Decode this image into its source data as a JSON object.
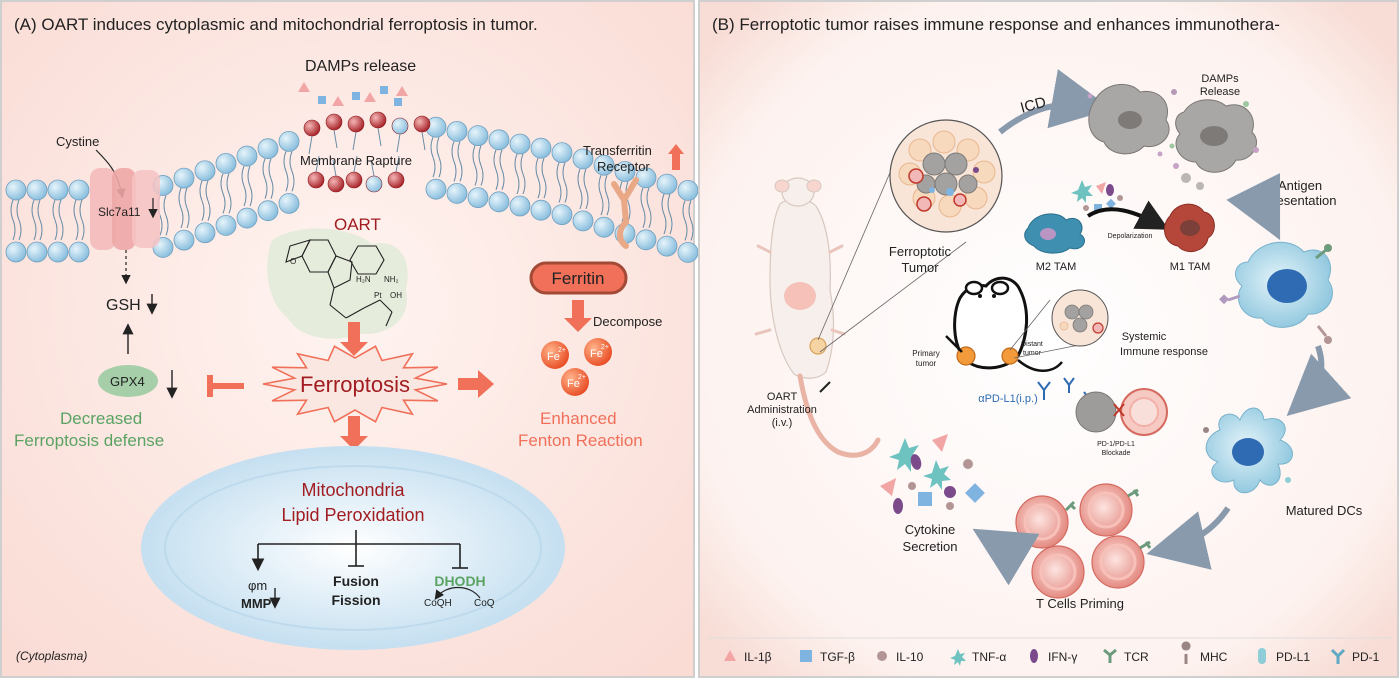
{
  "panel_a": {
    "title": "(A) OART induces cytoplasmic and mitochondrial ferroptosis in tumor.",
    "damps_release": "DAMPs release",
    "membrane_rapture": "Membrane Rapture",
    "cystine": "Cystine",
    "slc7a11": "Slc7a11",
    "transferritin_line1": "Transferritin",
    "transferritin_line2": "Receptor",
    "oart": "OART",
    "gsh": "GSH",
    "gpx4": "GPX4",
    "defense_line1": "Decreased",
    "defense_line2": "Ferroptosis defense",
    "ferroptosis": "Ferroptosis",
    "ferritin": "Ferritin",
    "decompose": "Decompose",
    "fe": "Fe",
    "fe_charge": "2+",
    "fenton_line1": "Enhanced",
    "fenton_line2": "Fenton Reaction",
    "mito_line1": "Mitochondria",
    "mito_line2": "Lipid Peroxidation",
    "phi_m": "φm",
    "mmp": "MMP",
    "fusion": "Fusion",
    "fission": "Fission",
    "dhodh": "DHODH",
    "coqh": "CoQH",
    "coq": "CoQ",
    "cytoplasma": "(Cytoplasma)",
    "chem": {
      "nh2_1": "H₂N",
      "nh2_2": "NH₂",
      "pt": "Pt",
      "oh": "OH",
      "o": "O"
    }
  },
  "panel_b": {
    "title": "(B) Ferroptotic  tumor raises immune response and enhances immunothera-",
    "icd": "ICD",
    "damps_line1": "DAMPs",
    "damps_line2": "Release",
    "antigen_line1": "Antigen",
    "antigen_line2": "Presentation",
    "ferroptotic_line1": "Ferroptotic",
    "ferroptotic_line2": "Tumor",
    "m2": "M2 TAM",
    "depolarization": "Depolarization",
    "m1": "M1 TAM",
    "primary_line1": "Primary",
    "primary_line2": "tumor",
    "distant_line1": "Distant",
    "distant_line2": "tumor",
    "systemic_line1": "Systemic",
    "systemic_line2": "Immune response",
    "apdl1": "αPD-L1(i.p.)",
    "blockade_line1": "PD-1/PD-L1",
    "blockade_line2": "Blockade",
    "oart_line1": "OART",
    "oart_line2": "Administration",
    "oart_line3": "(i.v.)",
    "matured": "Matured DCs",
    "tcells": "T Cells Priming",
    "cytokine_line1": "Cytokine",
    "cytokine_line2": "Secretion"
  },
  "legend": [
    {
      "label": "IL-1β",
      "icon": "triangle-icon",
      "color": "#f2a5a5"
    },
    {
      "label": "TGF-β",
      "icon": "square-icon",
      "color": "#7fb3e0"
    },
    {
      "label": "IL-10",
      "icon": "circle-icon",
      "color": "#b29595"
    },
    {
      "label": "TNF-α",
      "icon": "star-icon",
      "color": "#6ec2c0"
    },
    {
      "label": "IFN-γ",
      "icon": "oval-icon",
      "color": "#7b4a8b"
    },
    {
      "label": "TCR",
      "icon": "tcr-icon",
      "color": "#6c9a7d"
    },
    {
      "label": "MHC",
      "icon": "mhc-icon",
      "color": "#9a8585"
    },
    {
      "label": "PD-L1",
      "icon": "pdl1-icon",
      "color": "#8ecdd8"
    },
    {
      "label": "PD-1",
      "icon": "pd1-icon",
      "color": "#5fa9c2"
    }
  ],
  "colors": {
    "membrane": "#a9d3ea",
    "salmon": "#f0705a",
    "dark_red": "#a11d21",
    "green": "#5aa363",
    "arrow_gray": "#8a9aad"
  }
}
